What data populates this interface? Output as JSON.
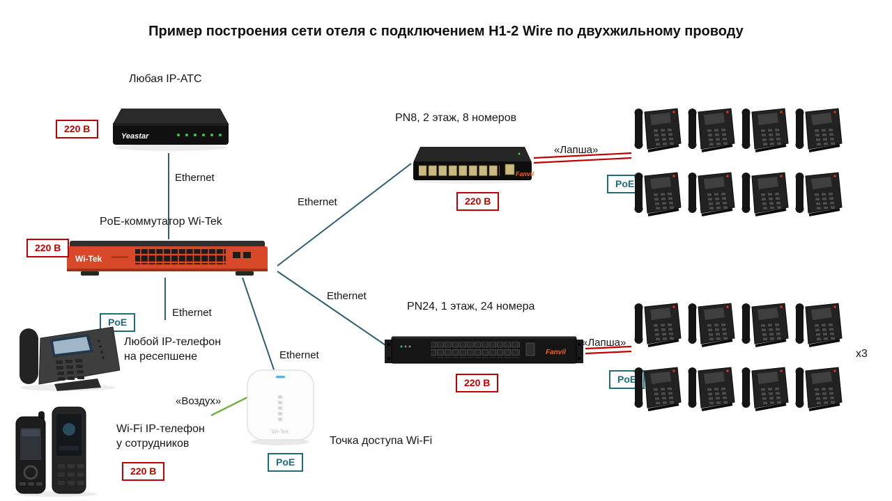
{
  "title": "Пример построения сети отеля с подключением H1-2 Wire по двухжильному проводу",
  "badges": {
    "power": "220 В",
    "poe": "PoE"
  },
  "links": {
    "ethernet": "Ethernet",
    "lapsha": "«Лапша»",
    "vozduh": "«Воздух»"
  },
  "nodes": {
    "pbx": {
      "label": "Любая IP-АТС",
      "brand": "Yeastar"
    },
    "core_switch": {
      "label": "PoE-коммутатор Wi-Tek",
      "brand": "Wi-Tek"
    },
    "pn8": {
      "label": "PN8, 2 этаж, 8 номеров",
      "brand": "Fanvil"
    },
    "pn24": {
      "label": "PN24, 1 этаж, 24 номера",
      "brand": "Fanvil",
      "multiplier": "x3"
    },
    "reception_phone": {
      "label": "Любой IP-телефон\nна ресепшене"
    },
    "wifi_phones": {
      "label": "Wi-Fi IP-телефон\nу сотрудников"
    },
    "access_point": {
      "label": "Точка доступа Wi-Fi",
      "brand": "Wi-Tek"
    }
  },
  "phone_grid": {
    "rows": 2,
    "cols": 4
  },
  "colors": {
    "power": "#c00000",
    "poe": "#1e6b7b",
    "wire": "#2e5f70",
    "lapsha": "#c00000",
    "air": "#76b043"
  }
}
